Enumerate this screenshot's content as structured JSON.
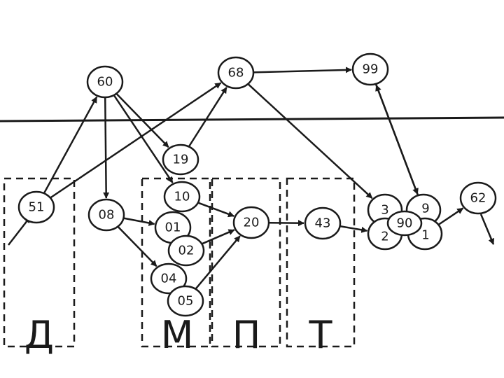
{
  "nodes": [
    {
      "id": "60",
      "label": "60"
    },
    {
      "id": "68",
      "label": "68"
    },
    {
      "id": "99",
      "label": "99"
    },
    {
      "id": "19",
      "label": "19"
    },
    {
      "id": "51",
      "label": "51"
    },
    {
      "id": "08",
      "label": "08"
    },
    {
      "id": "10",
      "label": "10"
    },
    {
      "id": "01",
      "label": "01"
    },
    {
      "id": "02",
      "label": "02"
    },
    {
      "id": "04",
      "label": "04"
    },
    {
      "id": "05",
      "label": "05"
    },
    {
      "id": "20",
      "label": "20"
    },
    {
      "id": "43",
      "label": "43"
    },
    {
      "id": "62",
      "label": "62"
    }
  ],
  "cluster": {
    "center_label": "90",
    "petal_labels": [
      "3",
      "9",
      "2",
      "1"
    ]
  },
  "zones": [
    {
      "id": "d",
      "label": "Д"
    },
    {
      "id": "m",
      "label": "М"
    },
    {
      "id": "p",
      "label": "П"
    },
    {
      "id": "t",
      "label": "Т"
    }
  ],
  "edges": [
    {
      "from": "51",
      "to": "60"
    },
    {
      "from": "51",
      "to": "68"
    },
    {
      "from": "60",
      "to": "08"
    },
    {
      "from": "60",
      "to": "19"
    },
    {
      "from": "60",
      "to": "10"
    },
    {
      "from": "68",
      "to": "99"
    },
    {
      "from": "68",
      "to": "3"
    },
    {
      "from": "19",
      "to": "68"
    },
    {
      "from": "99",
      "to": "9"
    },
    {
      "from": "9",
      "to": "99"
    },
    {
      "from": "08",
      "to": "01"
    },
    {
      "from": "08",
      "to": "04"
    },
    {
      "from": "10",
      "to": "20"
    },
    {
      "from": "02",
      "to": "20"
    },
    {
      "from": "05",
      "to": "20"
    },
    {
      "from": "20",
      "to": "43"
    },
    {
      "from": "43",
      "to": "2"
    },
    {
      "from": "1",
      "to": "62"
    }
  ]
}
